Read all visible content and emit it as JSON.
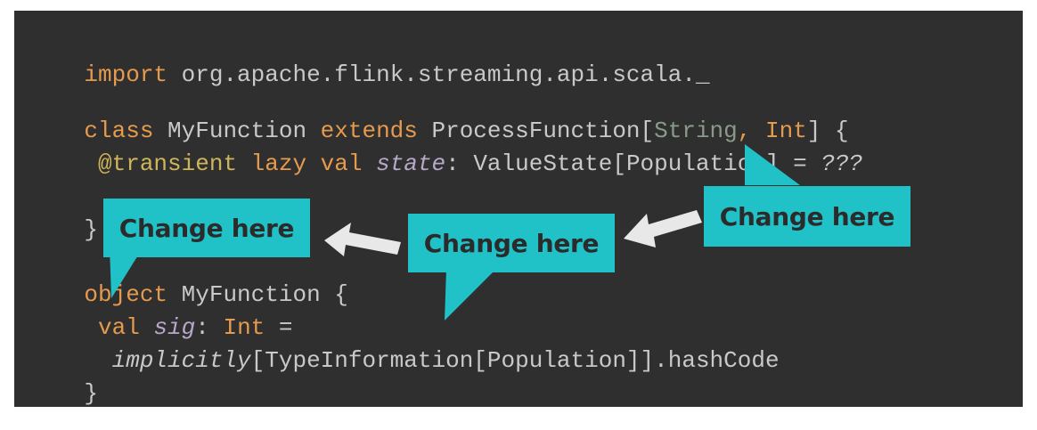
{
  "code": {
    "line1": {
      "kw": "import",
      "rest": " org.apache.flink.streaming.api.scala._"
    },
    "line2": {
      "kw1": "class",
      "name": " MyFunction ",
      "kw2": "extends",
      "type": " ProcessFunction[",
      "t1": "String",
      "sep": ", ",
      "t2": "Int",
      "end": "] {"
    },
    "line3": {
      "ann": " @transient",
      "kw": " lazy val ",
      "var": "state",
      "rest": ": ValueState[Population] = ",
      "q": "???"
    },
    "line4": {
      "text": " ..."
    },
    "line5": {
      "text": "}"
    },
    "line6": {
      "kw": "object",
      "rest": " MyFunction {"
    },
    "line7": {
      "kw": " val ",
      "var": "sig",
      "sep": ": ",
      "type": "Int",
      "rest": " ="
    },
    "line8": {
      "fn": "  implicitly",
      "rest": "[TypeInformation[Population]].hashCode"
    },
    "line9": {
      "text": "}"
    }
  },
  "callouts": {
    "left": {
      "label": "Change here"
    },
    "middle": {
      "label": "Change here"
    },
    "right": {
      "label": "Change here"
    }
  },
  "colors": {
    "callout": "#20c2c8",
    "background": "#2f2f2f",
    "keyword": "#e69a4e"
  }
}
